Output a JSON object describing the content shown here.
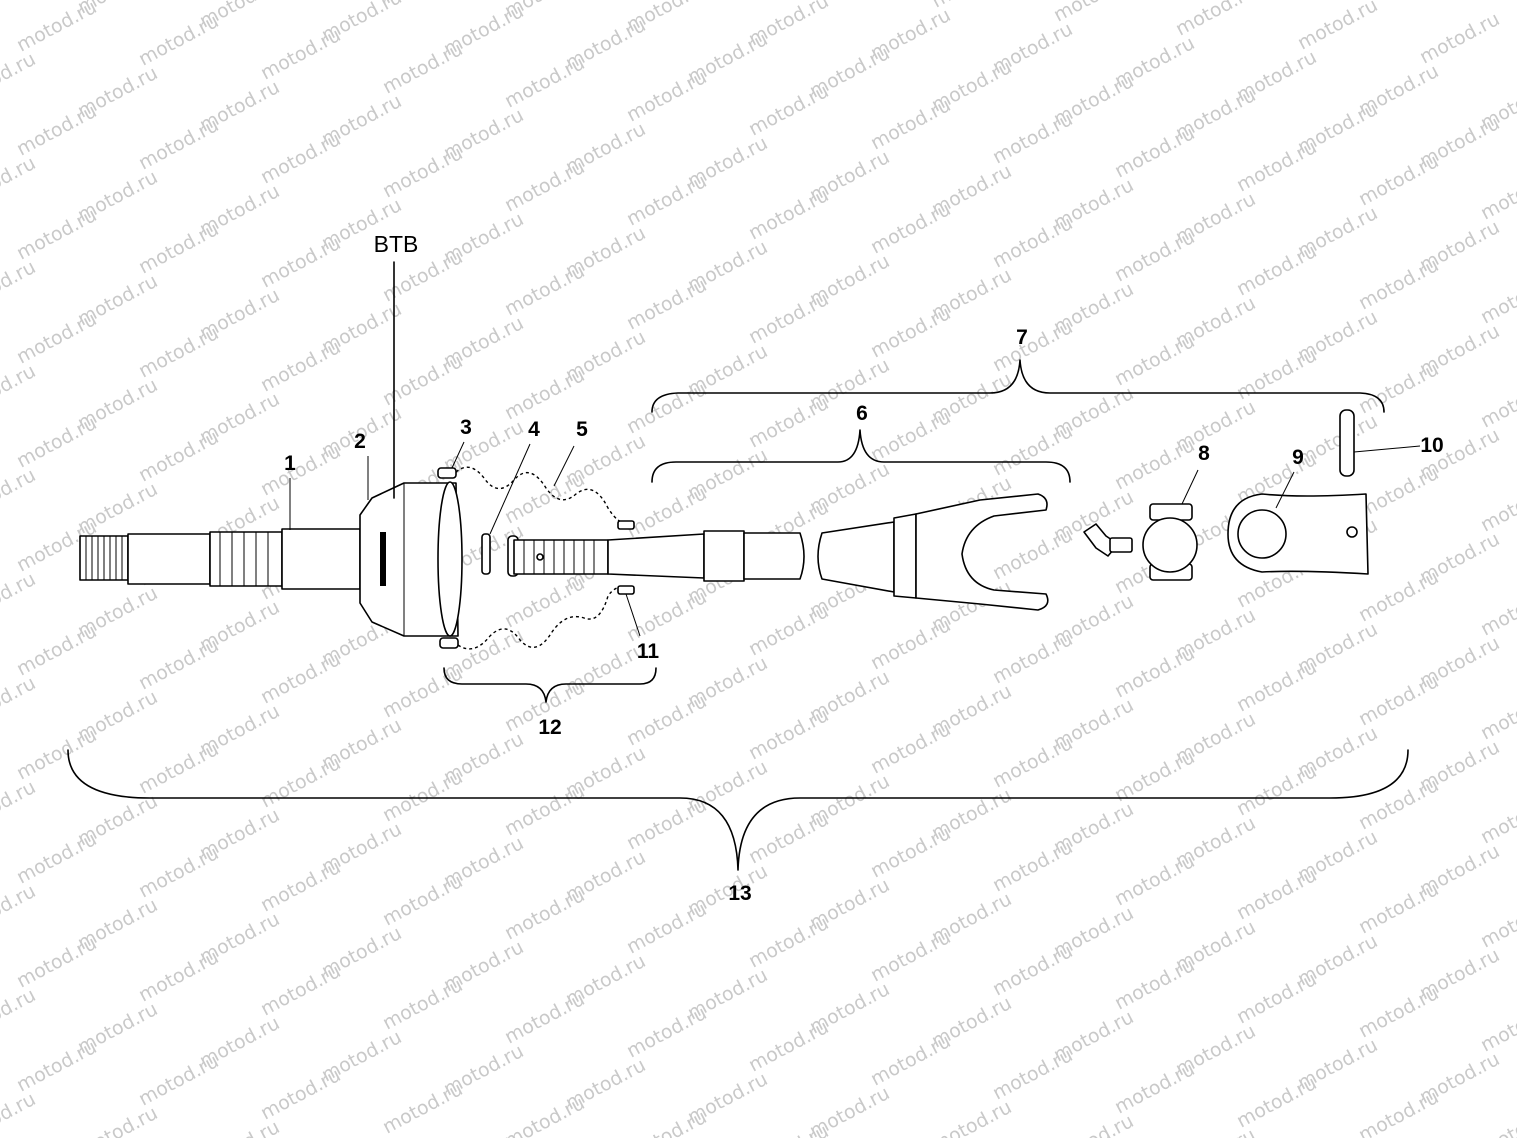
{
  "watermark": "motod.ru",
  "callouts": {
    "btb": "BTB",
    "c1": "1",
    "c2": "2",
    "c3": "3",
    "c4": "4",
    "c5": "5",
    "c6": "6",
    "c7": "7",
    "c8": "8",
    "c9": "9",
    "c10": "10",
    "c11": "11",
    "c12": "12",
    "c13": "13"
  }
}
